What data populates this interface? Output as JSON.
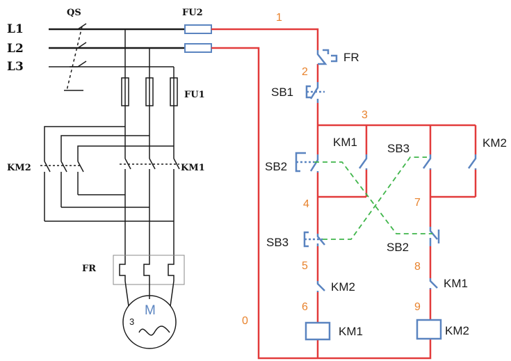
{
  "colors": {
    "power": "#1a1a1a",
    "control": "#e23b3b",
    "contact": "#5a84c0",
    "link": "#3fb54a",
    "number": "#e8822c"
  },
  "power_circuit": {
    "lines": [
      "L1",
      "L2",
      "L3"
    ],
    "switch": "QS",
    "fuse_power": "FU1",
    "fuse_control": "FU2",
    "contactor_reverse": "KM2",
    "contactor_forward": "KM1",
    "thermal_relay": "FR",
    "motor": {
      "symbol": "M",
      "phases": "3"
    }
  },
  "control_circuit": {
    "thermal_contact": "FR",
    "stop_button": "SB1",
    "forward_button": "SB2",
    "reverse_button": "SB3",
    "km1_hold": "KM1",
    "km2_hold": "KM2",
    "interlock_km2": "KM2",
    "interlock_km1": "KM1",
    "reverse_button_nc": "SB3",
    "forward_button_nc": "SB2",
    "coil_forward": "KM1",
    "coil_reverse": "KM2",
    "nodes": [
      "1",
      "2",
      "3",
      "4",
      "5",
      "6",
      "7",
      "8",
      "9",
      "0"
    ]
  }
}
